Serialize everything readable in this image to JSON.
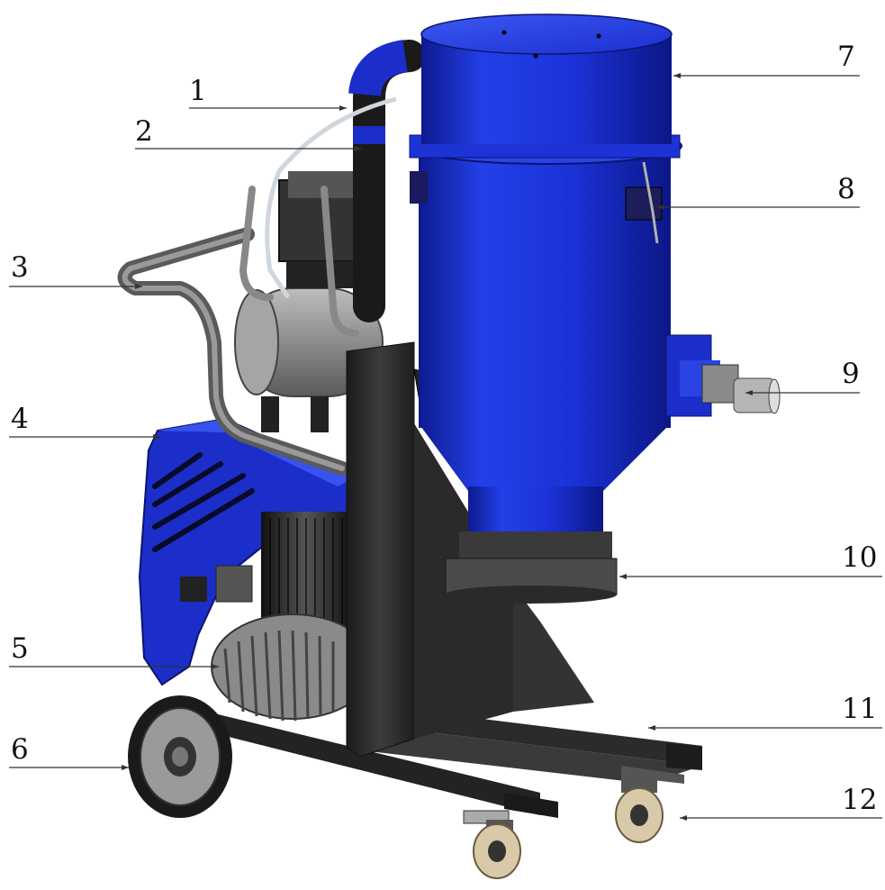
{
  "colors": {
    "body_blue": "#1d2fd6",
    "blue_dark": "#0e1a8c",
    "blue_light": "#3a55ee",
    "frame_dark": "#2a2a2a",
    "grey_tank": "#8a8a8a",
    "caster_beige": "#d8c9a8"
  },
  "callouts": [
    {
      "id": "1",
      "label": "1"
    },
    {
      "id": "2",
      "label": "2"
    },
    {
      "id": "3",
      "label": "3"
    },
    {
      "id": "4",
      "label": "4"
    },
    {
      "id": "5",
      "label": "5"
    },
    {
      "id": "6",
      "label": "6"
    },
    {
      "id": "7",
      "label": "7"
    },
    {
      "id": "8",
      "label": "8"
    },
    {
      "id": "9",
      "label": "9"
    },
    {
      "id": "10",
      "label": "10"
    },
    {
      "id": "11",
      "label": "11"
    },
    {
      "id": "12",
      "label": "12"
    }
  ]
}
